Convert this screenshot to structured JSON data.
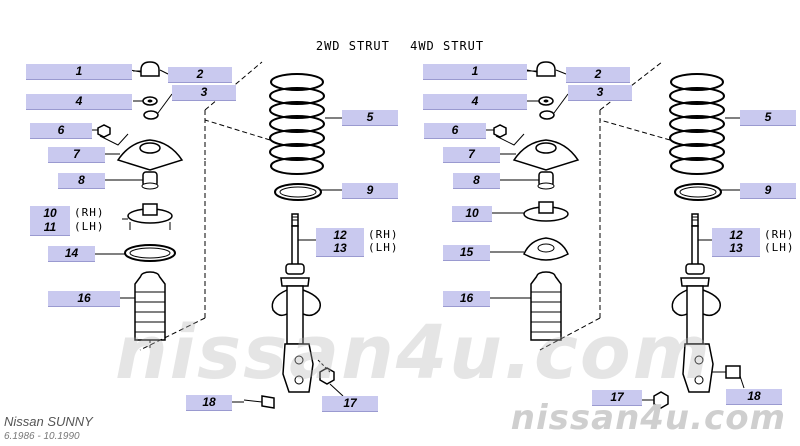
{
  "header": {
    "left": "2WD STRUT",
    "right": "4WD STRUT"
  },
  "watermark": "nissan4u.com",
  "footer": {
    "model": "Nissan SUNNY",
    "period": "6.1986 - 10.1990",
    "brand": "nissan4u.com"
  },
  "side_labels": {
    "rh": "(RH)",
    "lh": "(LH)"
  },
  "parts_2wd": [
    {
      "id": "p1",
      "num": "1"
    },
    {
      "id": "p2",
      "num": "2"
    },
    {
      "id": "p3",
      "num": "3"
    },
    {
      "id": "p4",
      "num": "4"
    },
    {
      "id": "p5",
      "num": "5"
    },
    {
      "id": "p6",
      "num": "6"
    },
    {
      "id": "p7",
      "num": "7"
    },
    {
      "id": "p8",
      "num": "8"
    },
    {
      "id": "p9",
      "num": "9"
    },
    {
      "id": "p10",
      "num": "10"
    },
    {
      "id": "p11",
      "num": "11"
    },
    {
      "id": "p12",
      "num": "12"
    },
    {
      "id": "p13",
      "num": "13"
    },
    {
      "id": "p14",
      "num": "14"
    },
    {
      "id": "p16",
      "num": "16"
    },
    {
      "id": "p17",
      "num": "17"
    },
    {
      "id": "p18",
      "num": "18"
    }
  ],
  "parts_4wd": [
    {
      "id": "p1",
      "num": "1"
    },
    {
      "id": "p2",
      "num": "2"
    },
    {
      "id": "p3",
      "num": "3"
    },
    {
      "id": "p4",
      "num": "4"
    },
    {
      "id": "p5",
      "num": "5"
    },
    {
      "id": "p6",
      "num": "6"
    },
    {
      "id": "p7",
      "num": "7"
    },
    {
      "id": "p8",
      "num": "8"
    },
    {
      "id": "p9",
      "num": "9"
    },
    {
      "id": "p10",
      "num": "10"
    },
    {
      "id": "p12",
      "num": "12"
    },
    {
      "id": "p13",
      "num": "13"
    },
    {
      "id": "p15",
      "num": "15"
    },
    {
      "id": "p16",
      "num": "16"
    },
    {
      "id": "p17",
      "num": "17"
    },
    {
      "id": "p18",
      "num": "18"
    }
  ]
}
